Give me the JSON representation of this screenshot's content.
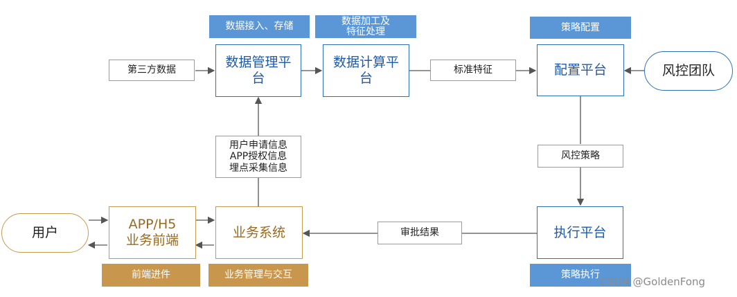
{
  "tags": {
    "data_access": "数据接入、存储",
    "data_process": "数据加工及\n特征处理",
    "strategy_config": "策略配置",
    "frontend_feature": "前端进件",
    "business_interaction": "业务管理与交互",
    "strategy_exec": "策略执行"
  },
  "nodes": {
    "third_party": "第三方数据",
    "data_mgmt": "数据管理平\n台",
    "data_compute": "数据计算平\n台",
    "std_feature": "标准特征",
    "config_platform": "配置平台",
    "risk_team": "风控团队",
    "user_info": "用户申请信息\nAPP授权信息\n埋点采集信息",
    "risk_strategy": "风控策略",
    "user": "用户",
    "app_h5": "APP/H5\n业务前端",
    "business_system": "业务系统",
    "approval_result": "审批结果",
    "exec_platform": "执行平台"
  },
  "watermark": "CSDN @GoldenFong"
}
